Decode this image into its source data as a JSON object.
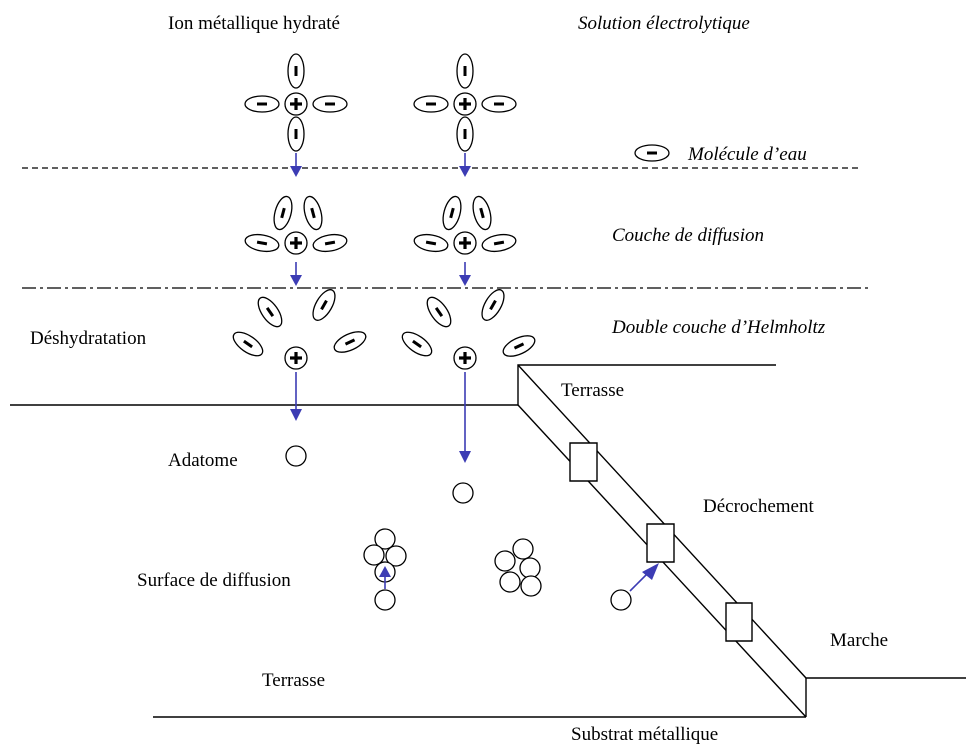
{
  "labels": {
    "ion_hydrate": "Ion métallique hydraté",
    "solution": "Solution électrolytique",
    "water_molecule": "Molécule d’eau",
    "diffusion_layer": "Couche de diffusion",
    "helmholtz": "Double couche d’Helmholtz",
    "dehydration": "Déshydratation",
    "terrace_top": "Terrasse",
    "adatom": "Adatome",
    "kink": "Décrochement",
    "surface_diffusion": "Surface de diffusion",
    "step": "Marche",
    "terrace_bottom": "Terrasse",
    "substrate": "Substrat métallique"
  },
  "colors": {
    "arrow": "#3c3cb4",
    "line": "#000000",
    "background": "#ffffff"
  }
}
